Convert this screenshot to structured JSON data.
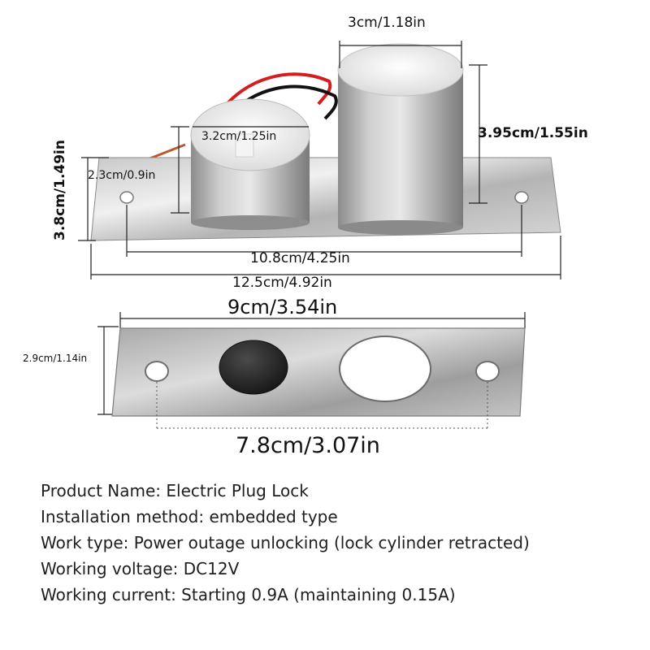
{
  "dimensions": {
    "big_cylinder_diameter": "3cm/1.18in",
    "small_cylinder_diameter": "3.2cm/1.25in",
    "big_cylinder_height": "3.95cm/1.55in",
    "small_cylinder_height": "2.3cm/0.9in",
    "plate_height": "3.8cm/1.49in",
    "hole_spacing": "10.8cm/4.25in",
    "plate_length": "12.5cm/4.92in",
    "strike_plate_length": "9cm/3.54in",
    "strike_plate_height": "2.9cm/1.14in",
    "strike_hole_spacing": "7.8cm/3.07in"
  },
  "specs": {
    "product_name": "Product Name: Electric Plug Lock",
    "installation": "Installation method: embedded type",
    "work_type": "Work type: Power outage unlocking (lock cylinder retracted)",
    "voltage": "Working voltage: DC12V",
    "current": "Working current: Starting 0.9A (maintaining 0.15A)"
  },
  "colors": {
    "steel_light": "#e6e6e6",
    "steel_dark": "#9a9a9a",
    "magnet": "#2a2a2a",
    "wire_red": "#d21e1e",
    "wire_black": "#111111"
  }
}
